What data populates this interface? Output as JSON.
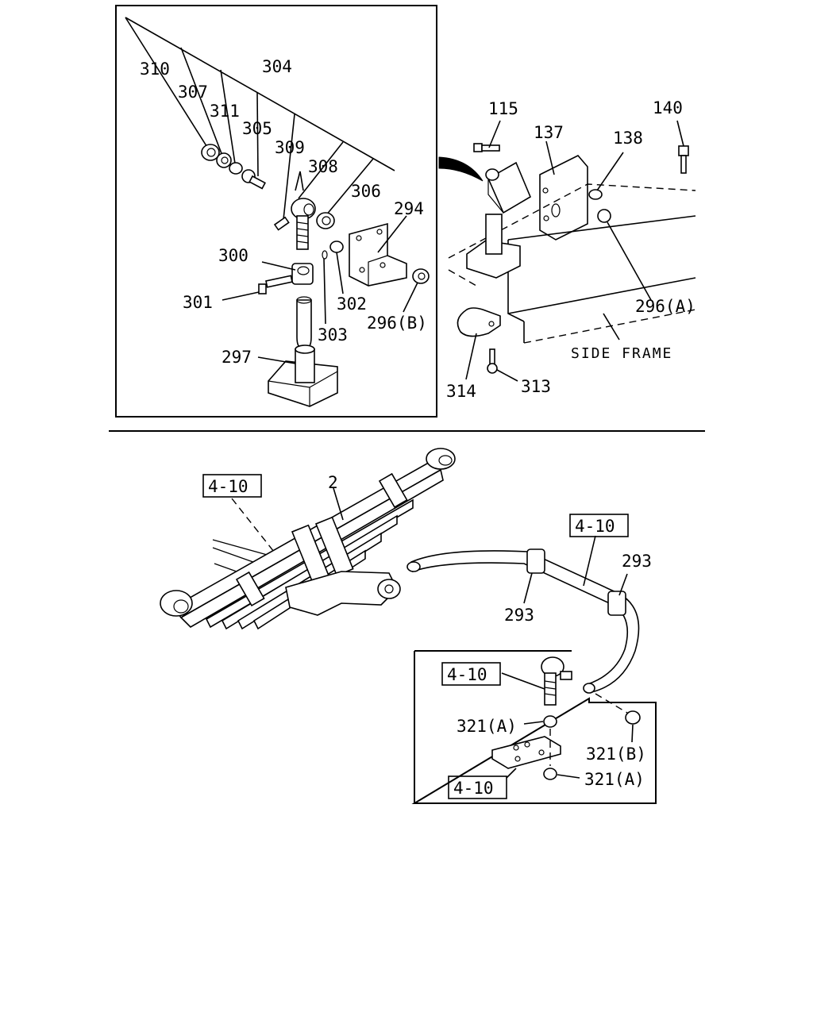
{
  "labels": {
    "p310": "310",
    "p307": "307",
    "p311": "311",
    "p304": "304",
    "p305": "305",
    "p309": "309",
    "p308": "308",
    "p306": "306",
    "p294": "294",
    "p300": "300",
    "p301": "301",
    "p302": "302",
    "p303": "303",
    "p296b": "296(B)",
    "p297": "297",
    "p115": "115",
    "p137": "137",
    "p138": "138",
    "p140": "140",
    "p296a": "296(A)",
    "side_frame": "SIDE FRAME",
    "p314": "314",
    "p313": "313",
    "p2": "2",
    "p293a": "293",
    "p293b": "293",
    "p321a_top": "321(A)",
    "p321b": "321(B)",
    "p321a_bottom": "321(A)"
  },
  "references": {
    "ref_leaf_spring": "4-10",
    "ref_stabilizer": "4-10",
    "ref_link": "4-10",
    "ref_plate": "4-10"
  }
}
